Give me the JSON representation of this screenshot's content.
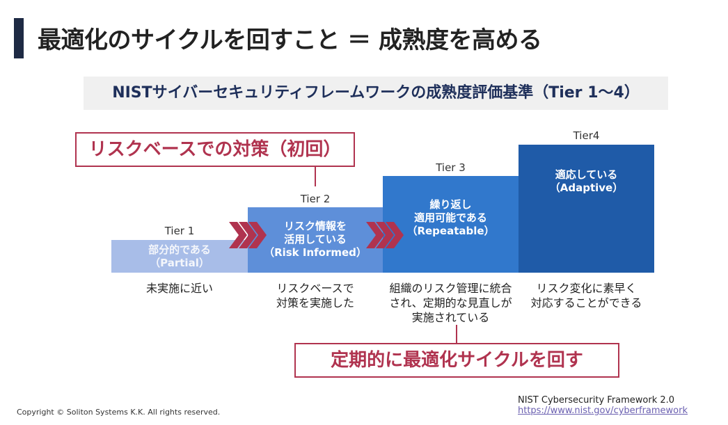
{
  "title": "最適化のサイクルを回すこと ＝ 成熟度を高める",
  "banner": "NISTサイバーセキュリティフレームワークの成熟度評価基準（Tier 1～4）",
  "callouts": {
    "initial": "リスクベースでの対策（初回）",
    "cycle": "定期的に最適化サイクルを回す"
  },
  "tiers": [
    {
      "label": "Tier 1",
      "lines": [
        "部分的である",
        "（Partial）"
      ],
      "description": [
        "未実施に近い"
      ]
    },
    {
      "label": "Tier 2",
      "lines": [
        "リスク情報を",
        "活用している",
        "（Risk Informed）"
      ],
      "description": [
        "リスクベースで",
        "対策を実施した"
      ]
    },
    {
      "label": "Tier 3",
      "lines": [
        "繰り返し",
        "適用可能である",
        "（Repeatable）"
      ],
      "description": [
        "組織のリスク管理に統合",
        "され、定期的な見直しが",
        "実施されている"
      ]
    },
    {
      "label": "Tier4",
      "lines": [
        "適応している",
        "（Adaptive）"
      ],
      "description": [
        "リスク変化に素早く",
        "対応することができる"
      ]
    }
  ],
  "footer": {
    "copyright": "Copyright © Soliton Systems K.K. All rights reserved.",
    "source_name": "NIST Cybersecurity Framework 2.0",
    "source_url": "https://www.nist.gov/cyberframework"
  },
  "colors": {
    "accent": "#b0334f",
    "tier1": "#a8bde8",
    "tier2": "#5e8fd9",
    "tier3": "#3178cc",
    "tier4": "#1f5ba8",
    "title_bar": "#1e2a44"
  }
}
